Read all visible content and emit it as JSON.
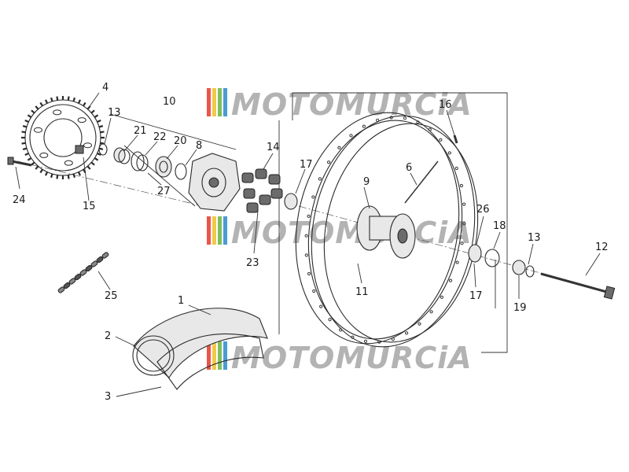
{
  "watermark": {
    "text": "MOTOMURCiA",
    "stripe_colors": [
      "#e8564a",
      "#f2c84b",
      "#7fbf5a",
      "#4a9bd6"
    ],
    "text_color": "#9a9a9a"
  },
  "callouts": {
    "c1": "1",
    "c2": "2",
    "c3": "3",
    "c4": "4",
    "c6": "6",
    "c8": "8",
    "c9": "9",
    "c10": "10",
    "c11": "11",
    "c12": "12",
    "c13a": "13",
    "c13b": "13",
    "c14": "14",
    "c15": "15",
    "c16": "16",
    "c17a": "17",
    "c17b": "17",
    "c18": "18",
    "c19": "19",
    "c20": "20",
    "c21": "21",
    "c22": "22",
    "c23": "23",
    "c24": "24",
    "c25": "25",
    "c26": "26",
    "c27": "27"
  },
  "icons": {
    "sprocket": "sprocket-icon",
    "hub": "hub-icon",
    "wheel": "wheel-rim-icon",
    "tire": "tire-icon",
    "axle": "axle-icon",
    "chain": "chain-icon"
  }
}
